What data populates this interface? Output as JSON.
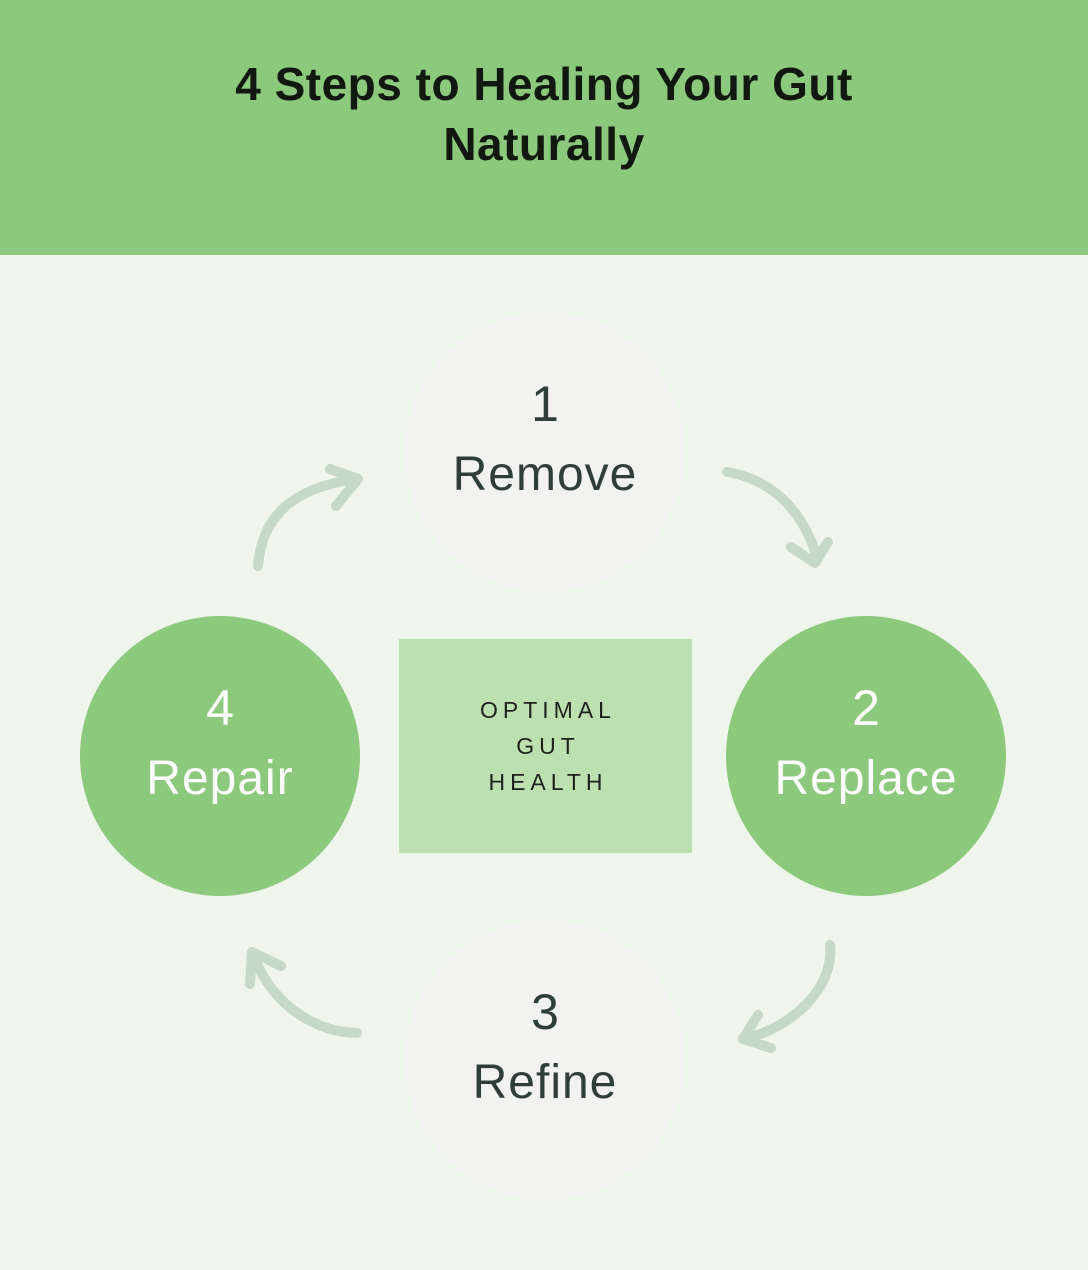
{
  "header": {
    "title": "4 Steps to Healing Your Gut Naturally",
    "title_lines": [
      "4 Steps to Healing Your Gut",
      "Naturally"
    ]
  },
  "center_box": {
    "lines": [
      "OPTIMAL",
      "GUT",
      "HEALTH"
    ]
  },
  "steps": [
    {
      "number": "1",
      "label": "Remove",
      "style": "gray"
    },
    {
      "number": "2",
      "label": "Replace",
      "style": "green"
    },
    {
      "number": "3",
      "label": "Refine",
      "style": "gray"
    },
    {
      "number": "4",
      "label": "Repair",
      "style": "green"
    }
  ],
  "icons": {
    "arrow_1_to_2": "curved-arrow-down-right",
    "arrow_2_to_3": "curved-arrow-down-left",
    "arrow_3_to_4": "curved-arrow-up-left",
    "arrow_4_to_1": "curved-arrow-up-right"
  },
  "colors": {
    "header_green": "#8dc97d",
    "circle_green": "#8dc97d",
    "page_background": "#eef6ec",
    "center_box_green": "#bde0b0",
    "neutral_circle_gray": "#f2f2f0",
    "arrow_sage": "#c5d9c6",
    "dark_circle_text": "#2f3e3b",
    "title_text": "#101810",
    "center_box_text": "#1c231c",
    "white_text": "#ffffff"
  }
}
